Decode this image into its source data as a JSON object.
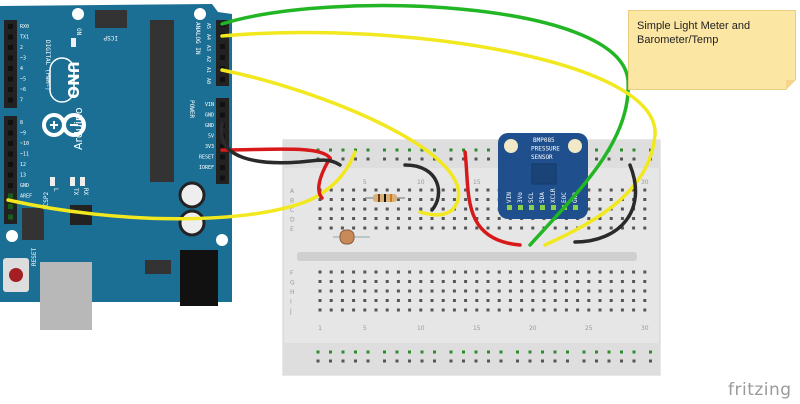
{
  "note": {
    "text": "Simple Light Meter and Barometer/Temp"
  },
  "logo": {
    "text": "fritzing"
  },
  "arduino": {
    "brand": "Arduino",
    "model": "UNO",
    "labels": {
      "on": "ON",
      "icsp": "ICSP",
      "icsp2": "ICSP2",
      "reset": "RESET",
      "analog_in": "ANALOG IN",
      "power": "POWER",
      "digital": "DIGITAL (PWM~)",
      "l": "L",
      "tx": "TX",
      "rx": "RX"
    },
    "analog_pins": [
      "A5",
      "A4",
      "A3",
      "A2",
      "A1",
      "A0"
    ],
    "power_pins": [
      "VIN",
      "GND",
      "GND",
      "5V",
      "3V3",
      "RESET",
      "IOREF"
    ],
    "digital_pins": [
      "RX0",
      "TX1",
      "2",
      "~3",
      "4",
      "~5",
      "~6",
      "7",
      "8",
      "~9",
      "~10",
      "~11",
      "12",
      "13",
      "GND",
      "AREF"
    ],
    "color": "#1b6f94"
  },
  "sensor": {
    "title_lines": [
      "BMP085",
      "PRESSURE",
      "SENSOR"
    ],
    "pins": [
      "VIN",
      "3Vo",
      "SCL",
      "SDA",
      "XCLR",
      "EOC",
      "GND"
    ],
    "color": "#1f4f8c"
  },
  "breadboard": {
    "row_letters_top": [
      "A",
      "B",
      "C",
      "D",
      "E"
    ],
    "row_letters_bottom": [
      "F",
      "G",
      "H",
      "I",
      "J"
    ],
    "column_numbers": [
      "1",
      "5",
      "10",
      "15",
      "20",
      "25",
      "30"
    ]
  },
  "wire_colors": {
    "green": "#22b624",
    "yellow": "#f2e81f",
    "red": "#d8191b",
    "black": "#2a2a2a"
  }
}
